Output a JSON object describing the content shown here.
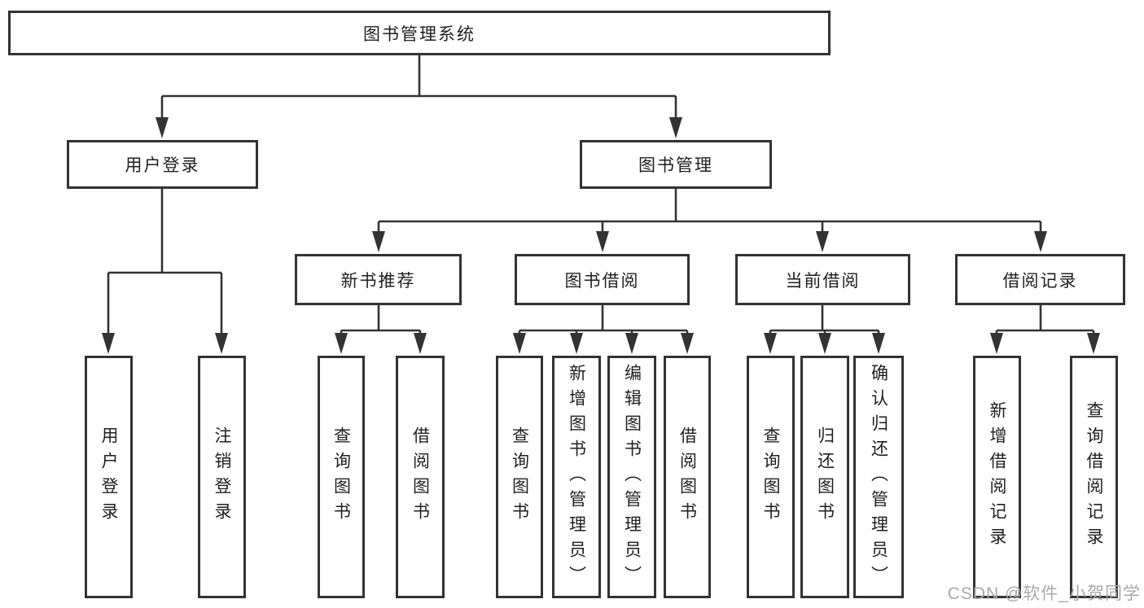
{
  "colors": {
    "box_border": "#333333",
    "connector_line": "#333333",
    "text": "#1f1f1f",
    "watermark": "#a9a9a9",
    "background": "#ffffff"
  },
  "tree": {
    "root": "图书管理系统",
    "branches": [
      {
        "label": "用户登录",
        "children": [
          "用户登录",
          "注销登录"
        ]
      },
      {
        "label": "图书管理",
        "groups": [
          {
            "label": "新书推荐",
            "children": [
              "查询图书",
              "借阅图书"
            ]
          },
          {
            "label": "图书借阅",
            "children": [
              "查询图书",
              "新增图书（管理员）",
              "编辑图书（管理员）",
              "借阅图书"
            ]
          },
          {
            "label": "当前借阅",
            "children": [
              "查询图书",
              "归还图书",
              "确认归还（管理员）"
            ]
          },
          {
            "label": "借阅记录",
            "children": [
              "新增借阅记录",
              "查询借阅记录"
            ]
          }
        ]
      }
    ]
  },
  "watermark": "CSDN @软件_小贺同学"
}
